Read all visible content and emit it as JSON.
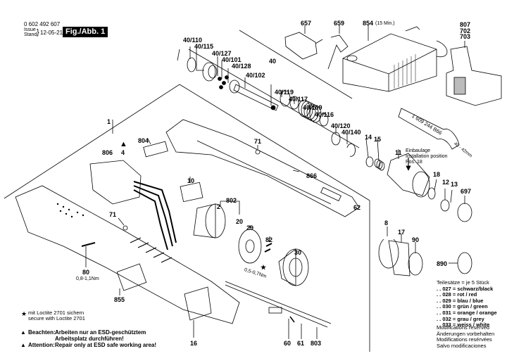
{
  "header": {
    "part_number": "0 602 492 607",
    "issue_label": "Issue",
    "stand_label": "Stand",
    "date": "12-05-21",
    "figure": "Fig./Abb. 1"
  },
  "callouts": [
    {
      "id": "c-657",
      "text": "657"
    },
    {
      "id": "c-659",
      "text": "659"
    },
    {
      "id": "c-854",
      "text": "854"
    },
    {
      "id": "c-854-note",
      "text": "(15 Min.)"
    },
    {
      "id": "c-807",
      "text": "807"
    },
    {
      "id": "c-702",
      "text": "702"
    },
    {
      "id": "c-703",
      "text": "703"
    },
    {
      "id": "c-40-110",
      "text": "40/110"
    },
    {
      "id": "c-40-115",
      "text": "40/115"
    },
    {
      "id": "c-40-127",
      "text": "40/127"
    },
    {
      "id": "c-40-101",
      "text": "40/101"
    },
    {
      "id": "c-40-128",
      "text": "40/128"
    },
    {
      "id": "c-40",
      "text": "40"
    },
    {
      "id": "c-40-102",
      "text": "40/102"
    },
    {
      "id": "c-40-119",
      "text": "40/119"
    },
    {
      "id": "c-40-117",
      "text": "40/117"
    },
    {
      "id": "c-40-109",
      "text": "40/109"
    },
    {
      "id": "c-40-116",
      "text": "40/116"
    },
    {
      "id": "c-40-120",
      "text": "40/120"
    },
    {
      "id": "c-40-140",
      "text": "40/140"
    },
    {
      "id": "c-1",
      "text": "1"
    },
    {
      "id": "c-804",
      "text": "804"
    },
    {
      "id": "c-806",
      "text": "806"
    },
    {
      "id": "c-4",
      "text": "4"
    },
    {
      "id": "c-71a",
      "text": "71"
    },
    {
      "id": "c-71b",
      "text": "71"
    },
    {
      "id": "c-866",
      "text": "866"
    },
    {
      "id": "c-14",
      "text": "14"
    },
    {
      "id": "c-15",
      "text": "15"
    },
    {
      "id": "c-11",
      "text": "11"
    },
    {
      "id": "c-18",
      "text": "18"
    },
    {
      "id": "c-12",
      "text": "12"
    },
    {
      "id": "c-13",
      "text": "13"
    },
    {
      "id": "c-697",
      "text": "697"
    },
    {
      "id": "c-10",
      "text": "10"
    },
    {
      "id": "c-802",
      "text": "802"
    },
    {
      "id": "c-2",
      "text": "2"
    },
    {
      "id": "c-20",
      "text": "20"
    },
    {
      "id": "c-62",
      "text": "62"
    },
    {
      "id": "c-29",
      "text": "29"
    },
    {
      "id": "c-82",
      "text": "82"
    },
    {
      "id": "c-30",
      "text": "30"
    },
    {
      "id": "c-torque-29",
      "text": "0,5-0,7Nm"
    },
    {
      "id": "c-8",
      "text": "8"
    },
    {
      "id": "c-17",
      "text": "17"
    },
    {
      "id": "c-90",
      "text": "90"
    },
    {
      "id": "c-890",
      "text": "890"
    },
    {
      "id": "c-80",
      "text": "80"
    },
    {
      "id": "c-torque-80",
      "text": "0,8-1,1Nm"
    },
    {
      "id": "c-855",
      "text": "855"
    },
    {
      "id": "c-16",
      "text": "16"
    },
    {
      "id": "c-60",
      "text": "60"
    },
    {
      "id": "c-61",
      "text": "61"
    },
    {
      "id": "c-803",
      "text": "803"
    }
  ],
  "installation_note": {
    "line1": "Einbaulage",
    "line2": "Installation position",
    "line3": "Pos. 18"
  },
  "wrench": {
    "part_number": "1 609 244 B66",
    "range": "40 - 42mm"
  },
  "legend": {
    "title": "Teilesätze = je 5 Stück",
    "items": [
      ". . 027 = schwarz/black",
      ". . 028 = rot / red",
      ". . 029 = blau / blue",
      ". . 030 = grün / green",
      ". . 031 = orange / orange",
      ". . 032 = grau / grey",
      ". . 033 = weiss / white"
    ]
  },
  "modifications": [
    "Modifications reserved",
    "Änderungen vorbehalten",
    "Modifications resérvées",
    "Salvo modificaciones"
  ],
  "notes": {
    "loctite_de": "mit Loctite 2701 sichern",
    "loctite_en": "secure with Loctite 2701",
    "beachten_label": "Beachten:",
    "beachten_text1": "Arbeiten nur an ESD-geschütztem",
    "beachten_text2": "Arbeitsplatz durchführen!",
    "attention_label": "Attention:",
    "attention_text": "Repair only at ESD safe working area!"
  },
  "symbols": {
    "star": "★",
    "triangle": "▲"
  }
}
